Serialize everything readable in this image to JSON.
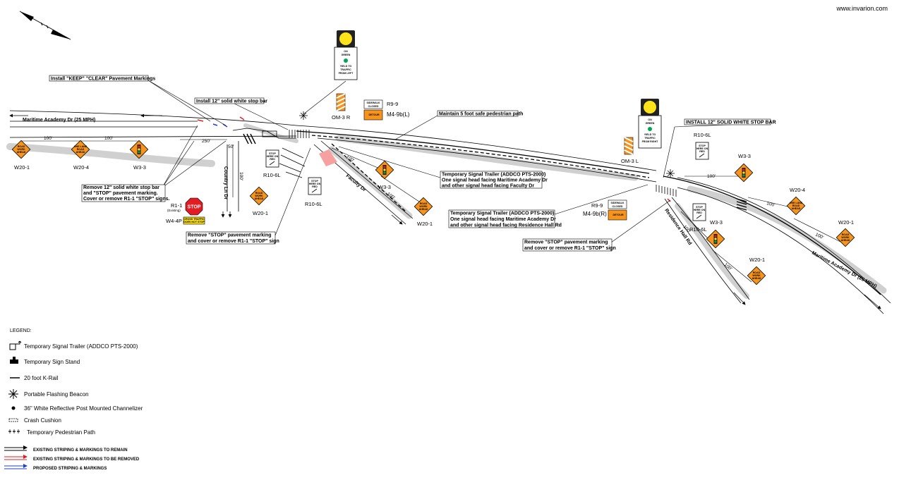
{
  "website": "www.invarion.com",
  "notes": {
    "keep_clear": "Install \"KEEP\" \"CLEAR\" Pavement Markings",
    "stop_bar_12": "Install 12\" solid white stop bar",
    "ped_path": "Maintain 5 foot safe pedestrian path",
    "install_stop_bar_right": "INSTALL 12\" SOLID WHITE STOP BAR",
    "remove_stop_bar_1": "Remove 12\" solid white stop bar",
    "remove_stop_bar_2": "and \"STOP\" pavement marking.",
    "remove_stop_bar_3": "Cover or remove R1-1 \"STOP\" signs.",
    "remove_stop_left_1": "Remove \"STOP\" pavement marking",
    "remove_stop_left_2": "and cover  or remove R1-1 \"STOP\" sign",
    "trailer_faculty_1": "Temporary Signal Trailer (ADDCO PTS-2000)",
    "trailer_faculty_2": "One signal head facing Maritime Academy Dr",
    "trailer_faculty_3": "and other signal head facing Faculty Dr",
    "trailer_residence_1": "Temporary Signal Trailer (ADDCO PTS-2000)",
    "trailer_residence_2": "One signal head facing Maritime Academy Dr",
    "trailer_residence_3": "and other signal head facing Residence Hall Rd",
    "remove_stop_right_1": "Remove \"STOP\" pavement marking",
    "remove_stop_right_2": "and cover  or remove R1-1 \"STOP\" sign"
  },
  "streets": {
    "maritime_west": "Maritime Academy Dr (25 MPH)",
    "country_ln": "Country Ln Dr",
    "faculty": "Faculty Dr",
    "residence": "Residence Hall Rd",
    "maritime_east": "Maritime Academy Dr (25 MPH)"
  },
  "dimensions": {
    "d100_a": "100'",
    "d100_b": "100'",
    "d250": "250'",
    "d50": "50'",
    "d100_country": "100'",
    "d100_fac_1": "100'",
    "d100_fac_2": "100'",
    "d100_right_1": "100'",
    "d100_right_2": "100'",
    "d100_right_3": "100'",
    "d100_res_1": "100'",
    "d100_res_2": "100'"
  },
  "sign_codes": {
    "w20_1_a": "W20-1",
    "w20_4_a": "W20-4",
    "w3_3_a": "W3-3",
    "r1_1": "R1-1",
    "r1_1_sub": "(Existing)",
    "w4_4p": "W4-4P",
    "w20_1_country": "W20-1",
    "r10_6l_a": "R10-6L",
    "r10_6l_b": "R10-6L",
    "om3r": "OM-3 R",
    "r9_9_a": "R9-9",
    "m4_9b_l": "M4-9b(L)",
    "w3_3_b": "W3-3",
    "w20_1_b": "W20-1",
    "om3l": "OM-3 L",
    "r10_6l_c": "R10-6L",
    "w3_3_c": "W3-3",
    "w20_4_b": "W20-4",
    "w20_1_c": "W20-1",
    "r9_9_b": "R9-9",
    "m4_9b_r": "M4-9b(R)",
    "r10_6l_d": "R10-6L",
    "w3_3_d": "W3-3",
    "w20_1_d": "W20-1"
  },
  "sign_text": {
    "road_work_1": "ROAD",
    "road_work_2": "WORK",
    "road_work_3": "AHEAD",
    "one_lane_1": "ONE LANE",
    "one_lane_2": "ROAD",
    "one_lane_3": "AHEAD",
    "stop": "STOP",
    "cross_traffic_1": "CROSS TRAFFIC",
    "cross_traffic_2": "DOES NOT STOP",
    "stop_here_1": "STOP",
    "stop_here_2": "HERE ON",
    "stop_here_3": "RED",
    "on_green_1": "ON",
    "on_green_2": "GREEN",
    "yield_left_1": "YIELD TO",
    "yield_left_2": "TRAFFIC",
    "yield_left_3": "FROM LEFT",
    "yield_right_1": "YIELD TO",
    "yield_right_2": "TRAFFIC",
    "yield_right_3": "FROM RIGHT",
    "sidewalk_1": "SIDEWALK",
    "sidewalk_2": "CLOSED",
    "detour": "DETOUR"
  },
  "legend": {
    "title": "LEGEND:",
    "items": [
      "Temporary Signal Trailer (ADDCO PTS-2000)",
      "Temporary Sign Stand",
      "20 foot K-Rail",
      "Portable Flashing Beacon",
      "36\" White Reflective Post Mounted Channelizer",
      "Crash Cushion",
      "Temporary Pedestrian Path"
    ],
    "striping": [
      {
        "label": "EXISTING STRIPING & MARKINGS TO REMAIN",
        "color": "#000000"
      },
      {
        "label": "EXISTING STRIPING & MARKINGS TO BE REMOVED",
        "color": "#e02020"
      },
      {
        "label": "PROPOSED STRIPING & MARKINGS",
        "color": "#2040d0"
      }
    ]
  },
  "colors": {
    "road_shoulder": "#d0d0d0",
    "sign_orange": "#f7941d",
    "signal_yellow": "#ffe31a",
    "signal_green": "#00a651",
    "stop_red": "#e31b23",
    "removed_red": "#e02020",
    "proposed_blue": "#2040d0",
    "ped_path_pink": "#f6a0a0"
  }
}
